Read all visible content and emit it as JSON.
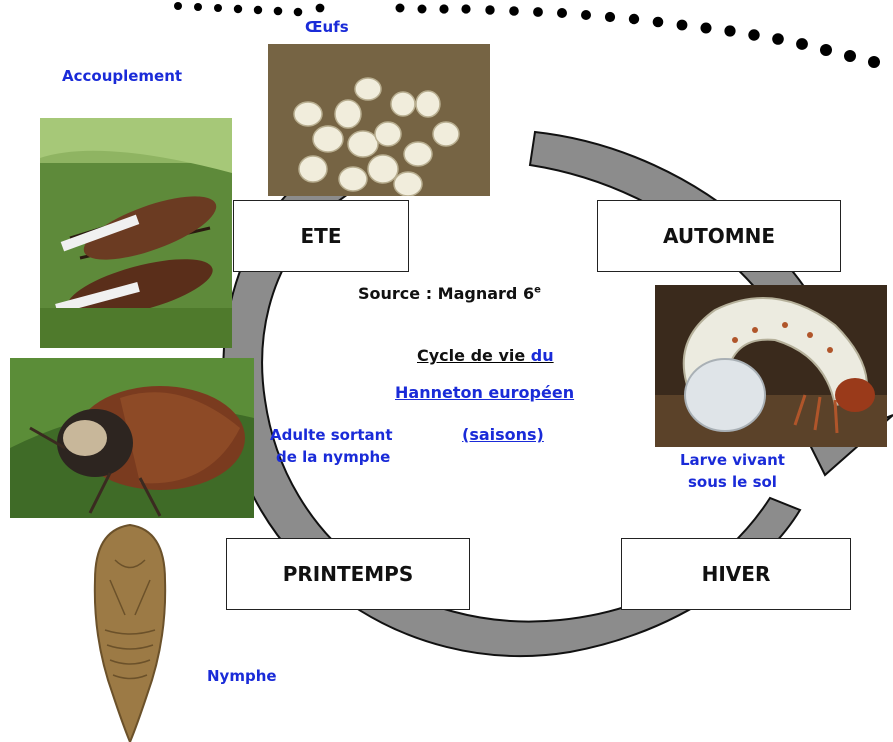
{
  "seasons": {
    "ete": "ETE",
    "automne": "AUTOMNE",
    "printemps": "PRINTEMPS",
    "hiver": "HIVER"
  },
  "stages": {
    "oeufs": "Œufs",
    "accouplement": "Accouplement",
    "adulte_line1": "Adulte sortant",
    "adulte_line2": "de la nymphe",
    "larve_line1": "Larve vivant",
    "larve_line2": "sous le sol",
    "nymphe": "Nymphe"
  },
  "source": {
    "text": "Source : Magnard 6",
    "superscript": "e"
  },
  "title": {
    "line1_black": "Cycle de vie ",
    "line1_blue": "du",
    "line2": "Hanneton européen",
    "line3": "(saisons)"
  },
  "colors": {
    "stage_label": "#1a2bd8",
    "cycle_arrow": "#8c8c8c",
    "box_border": "#222222"
  },
  "icons": {
    "eggs_photo": "eggs-photo",
    "mating_photo": "mating-beetles-photo",
    "adult_photo": "adult-beetle-photo",
    "larva_photo": "larva-grub-photo",
    "pupa_photo": "pupa-photo"
  }
}
